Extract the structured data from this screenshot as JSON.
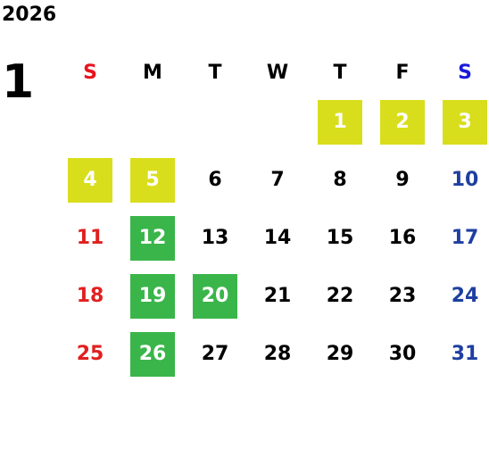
{
  "year": "2026",
  "month": "1",
  "colors": {
    "sunday_header": "#e8141e",
    "saturday_header": "#1a1ad8",
    "sunday": "#e02020",
    "saturday": "#1f3fa0",
    "weekday": "#000000",
    "highlight_yellow": "#d9de1c",
    "highlight_green": "#3ab54a",
    "highlight_text": "#ffffff"
  },
  "weekdays": [
    "S",
    "M",
    "T",
    "W",
    "T",
    "F",
    "S"
  ],
  "weeks": [
    [
      {
        "day": ""
      },
      {
        "day": ""
      },
      {
        "day": ""
      },
      {
        "day": ""
      },
      {
        "day": "1",
        "highlight": "yellow"
      },
      {
        "day": "2",
        "highlight": "yellow"
      },
      {
        "day": "3",
        "highlight": "yellow"
      }
    ],
    [
      {
        "day": "4",
        "highlight": "yellow"
      },
      {
        "day": "5",
        "highlight": "yellow"
      },
      {
        "day": "6"
      },
      {
        "day": "7"
      },
      {
        "day": "8"
      },
      {
        "day": "9"
      },
      {
        "day": "10"
      }
    ],
    [
      {
        "day": "11"
      },
      {
        "day": "12",
        "highlight": "green"
      },
      {
        "day": "13"
      },
      {
        "day": "14"
      },
      {
        "day": "15"
      },
      {
        "day": "16"
      },
      {
        "day": "17"
      }
    ],
    [
      {
        "day": "18"
      },
      {
        "day": "19",
        "highlight": "green"
      },
      {
        "day": "20",
        "highlight": "green"
      },
      {
        "day": "21"
      },
      {
        "day": "22"
      },
      {
        "day": "23"
      },
      {
        "day": "24"
      }
    ],
    [
      {
        "day": "25"
      },
      {
        "day": "26",
        "highlight": "green"
      },
      {
        "day": "27"
      },
      {
        "day": "28"
      },
      {
        "day": "29"
      },
      {
        "day": "30"
      },
      {
        "day": "31"
      }
    ]
  ]
}
